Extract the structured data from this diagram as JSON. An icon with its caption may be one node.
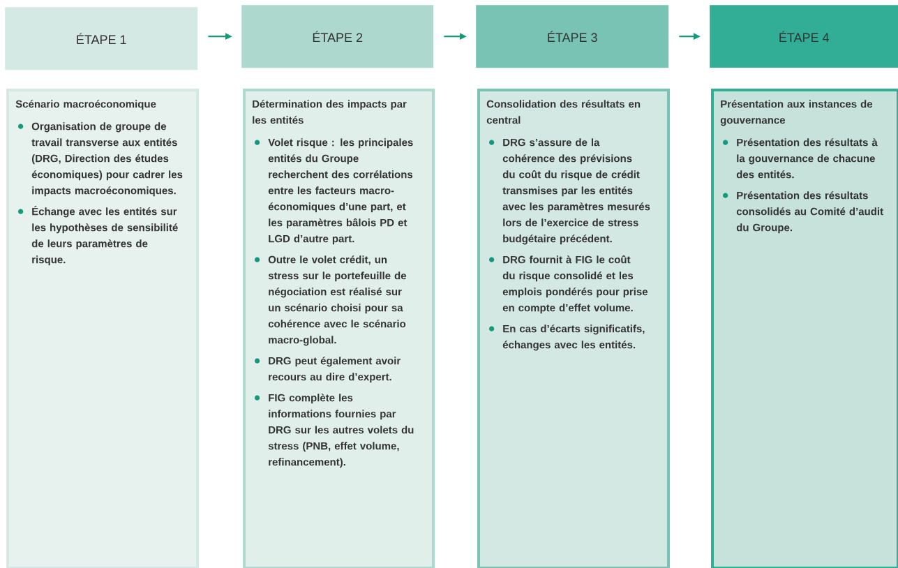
{
  "diagram": {
    "nodes": [
      {
        "text": [
          "ÉTAPE 1"
        ]
      },
      {
        "text": [
          "ÉTAPE 2"
        ]
      },
      {
        "text": [
          "ÉTAPE 3"
        ]
      },
      {
        "text": [
          "ÉTAPE 4"
        ]
      },
      {
        "text": [
          "Scénario macroéconomique",
          "Organisation de groupe de travail transverse aux entités (DRG, Direction des études économiques) pour cadrer les impacts macroéconomiques.",
          "Échange avec les entités sur les hypothèses de sensibilité de leurs paramètres de risque."
        ]
      },
      {
        "text": [
          "Détermination des impacts par les entités",
          "Volet risque : les principales entités du Groupe recherchent des corrélations entre les facteurs macro-économiques d’une part, et les paramètres bâlois PD et LGD d’autre part.",
          "Outre le volet crédit, un stress sur le portefeuille de négociation est réalisé sur un scénario choisi pour sa cohérence avec le scénario macro-global.",
          "DRG peut également avoir recours au dire d’expert.",
          "FIG complète les informations fournies par DRG sur les autres volets du stress (PNB, effet volume, refinancement)."
        ]
      },
      {
        "text": [
          "Consolidation des résultats en central",
          "DRG s’assure de la cohérence des prévisions du coût du risque de crédit transmises par les entités avec les paramètres mesurés lors de l’exercice de stress budgétaire précédent.",
          "DRG fournit à FIG le coût du risque consolidé et les emplois pondérés pour prise en compte d’effet volume.",
          "En cas d’écarts significatifs, échanges avec les entités."
        ]
      },
      {
        "text": [
          "Présentation aux instances de gouvernance",
          "Présentation des résultats à la gouvernance de chacune des entités.",
          "Présentation des résultats consolidés au Comité d’audit du Groupe."
        ]
      }
    ],
    "edges": [
      {
        "from": 0,
        "to": 1,
        "arrow": "to"
      },
      {
        "from": 1,
        "to": 2,
        "arrow": "to"
      },
      {
        "from": 2,
        "to": 3,
        "arrow": "to"
      }
    ]
  }
}
